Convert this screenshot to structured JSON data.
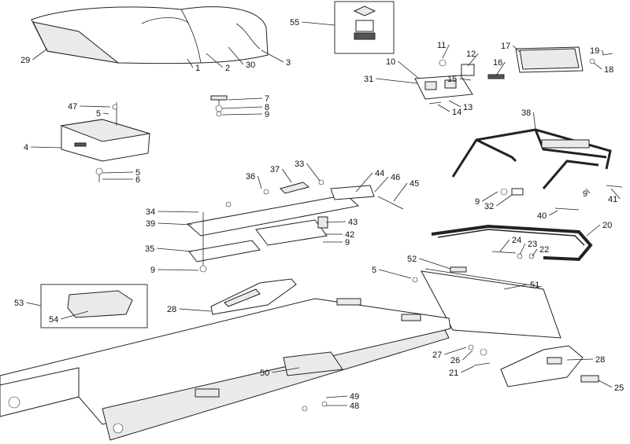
{
  "callouts": [
    "1",
    "2",
    "3",
    "4",
    "5",
    "6",
    "7",
    "8",
    "9",
    "10",
    "11",
    "12",
    "13",
    "14",
    "15",
    "16",
    "17",
    "18",
    "19",
    "20",
    "21",
    "22",
    "23",
    "24",
    "25",
    "26",
    "27",
    "28",
    "29",
    "30",
    "31",
    "32",
    "33",
    "34",
    "35",
    "36",
    "37",
    "38",
    "39",
    "40",
    "41",
    "42",
    "43",
    "44",
    "45",
    "46",
    "47",
    "48",
    "49",
    "50",
    "51",
    "52",
    "53",
    "54",
    "55"
  ]
}
